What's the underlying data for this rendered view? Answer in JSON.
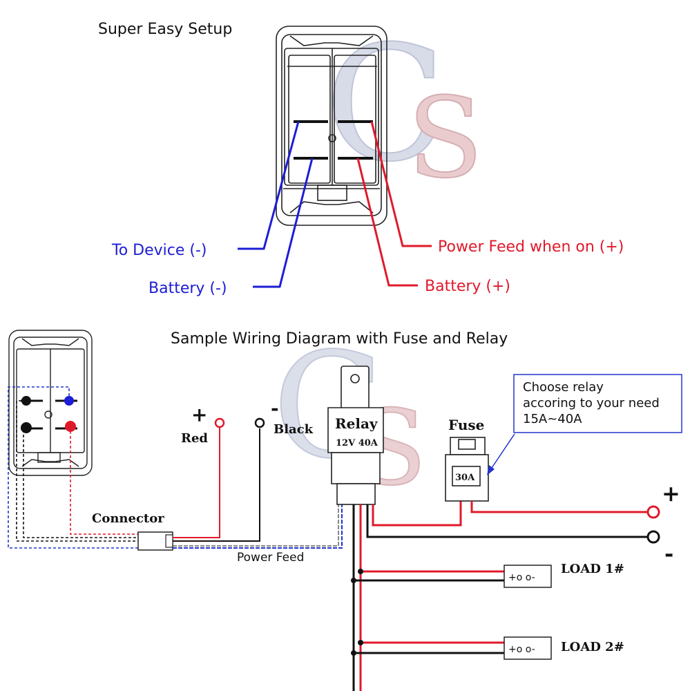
{
  "top": {
    "title": "Super Easy Setup",
    "labels": {
      "to_device": "To Device (-)",
      "battery_neg": "Battery (-)",
      "power_feed_on": "Power Feed when on (+)",
      "battery_pos": "Battery (+)"
    }
  },
  "bottom": {
    "title": "Sample Wiring Diagram with Fuse and Relay",
    "red_label": "Red",
    "black_label": "Black",
    "plus_sign": "+",
    "minus_sign": "-",
    "connector_label": "Connector",
    "relay_label": "Relay",
    "relay_rating": "12V 40A",
    "fuse_label": "Fuse",
    "fuse_rating": "30A",
    "note_lines": [
      "Choose relay",
      "accoring to your need",
      "15A~40A"
    ],
    "power_feed_label": "Power Feed",
    "load1_label": "LOAD 1#",
    "load2_label": "LOAD 2#",
    "load_terminal_symbols": "+o o-"
  },
  "watermark": "CS",
  "colors": {
    "red": "#e0192a",
    "blue": "#1d1dd6",
    "black": "#111111",
    "wire_red": "#e0192a",
    "wire_blue": "#2233cc"
  }
}
